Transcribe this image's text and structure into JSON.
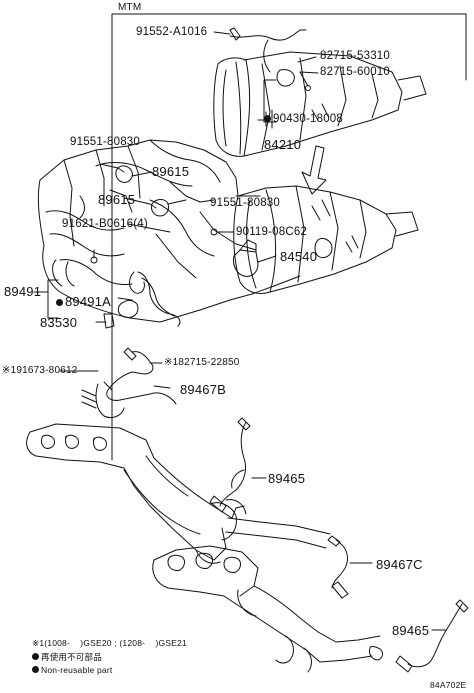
{
  "group_header": "MTM",
  "callouts": {
    "c91552": "91552-A1016",
    "c82715a": "82715-53310",
    "c82715b": "82715-60010",
    "c90430": "90430-18008",
    "c84210": "84210",
    "c91551a": "91551-80830",
    "c89615a": "89615",
    "c89615b": "89615",
    "c91551b": "91551-80830",
    "c91621": "91621-B0616(4)",
    "c90119": "90119-08C62",
    "c84540": "84540",
    "c89491": "89491",
    "c89491a": "89491A",
    "c83530": "83530",
    "c91673": "91673-80612",
    "c82715c": "82715-22850",
    "c89467b": "89467B",
    "c89465a": "89465",
    "c89467c": "89467C",
    "c89465b": "89465"
  },
  "marks": {
    "note1": "※1"
  },
  "legend": {
    "note_range_a": "(1008-",
    "note_model_a": ")GSE20",
    "note_range_b": "(1208-",
    "note_model_b": ")GSE21",
    "non_reusable_jp": "再使用不可部品",
    "non_reusable_en": "Non-reusable part"
  },
  "drawing_code": "84A702E"
}
